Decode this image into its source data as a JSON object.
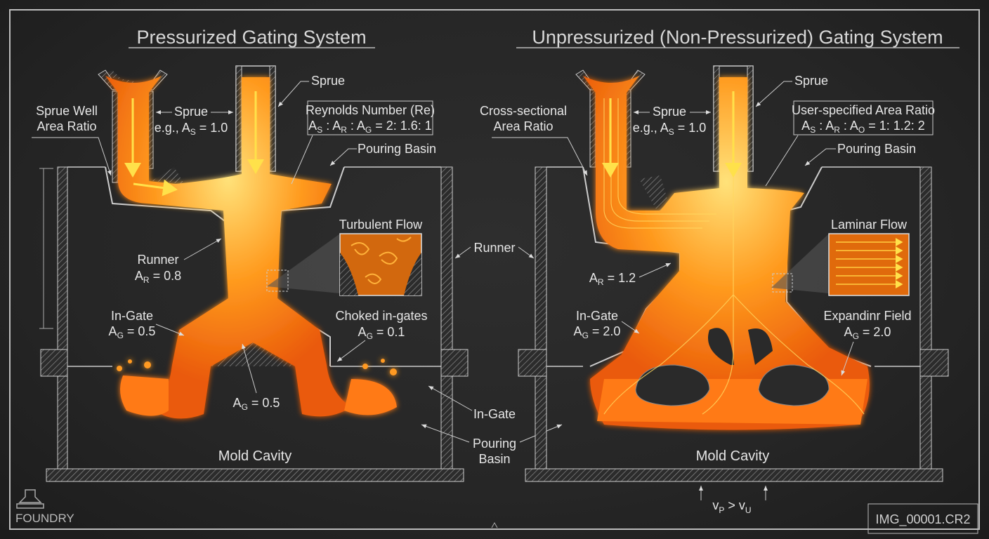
{
  "left": {
    "title": "Pressurized Gating System",
    "sprue_well": [
      "Sprue Well",
      "Area Ratio"
    ],
    "sprue_dim": {
      "label": "Sprue",
      "pre": "e.g., A",
      "sub": "S",
      "post": " = 1.0"
    },
    "sprue_top": "Sprue",
    "ratio_box": {
      "title": "Reynolds Number (Re)",
      "a1": "A",
      "s1": "S",
      "a2": " : A",
      "s2": "R",
      "a3": " : A",
      "s3": "G",
      "post": " = 2: 1.6: 1"
    },
    "pouring_basin": "Pouring Basin",
    "flow_inset": "Turbulent Flow",
    "runner": {
      "label": "Runner",
      "pre": "A",
      "sub": "R",
      "post": " = 0.8"
    },
    "in_gate": {
      "label": "In-Gate",
      "pre": "A",
      "sub": "G",
      "post": " = 0.5"
    },
    "choked": {
      "label": "Choked in-gates",
      "pre": "A",
      "sub": "G",
      "post": " = 0.1"
    },
    "center_gate": {
      "pre": "A",
      "sub": "G",
      "post": " = 0.5"
    },
    "mold_cavity": "Mold Cavity"
  },
  "middle": {
    "runner": "Runner",
    "in_gate": "In-Gate",
    "pouring_basin": [
      "Pouring",
      "Basin"
    ]
  },
  "right": {
    "title": "Unpressurized (Non-Pressurized) Gating System",
    "cross_section": [
      "Cross-sectional",
      "Area Ratio"
    ],
    "sprue_dim": {
      "label": "Sprue",
      "pre": "e.g., A",
      "sub": "S",
      "post": " = 1.0"
    },
    "sprue_top": "Sprue",
    "ratio_box": {
      "title": "User-specified Area Ratio",
      "a1": "A",
      "s1": "S",
      "a2": " : A",
      "s2": "R",
      "a3": " : A",
      "s3": "O",
      "post": " = 1: 1.2: 2"
    },
    "pouring_basin": "Pouring Basin",
    "flow_inset": "Laminar Flow",
    "runner": {
      "pre": "A",
      "sub": "R",
      "post": " = 1.2"
    },
    "in_gate": {
      "label": "In-Gate",
      "pre": "A",
      "sub": "G",
      "post": " = 2.0"
    },
    "expanding": {
      "label": "Expandinr Field",
      "pre": "A",
      "sub": "G",
      "post": " = 2.0"
    },
    "mold_cavity": "Mold Cavity",
    "velocity": {
      "v1": "v",
      "s1": "P",
      "mid": " > v",
      "s2": "U"
    }
  },
  "footer": {
    "logo": "FOUNDRY",
    "filename": "IMG_00001.CR2"
  },
  "colors": {
    "metal_light": "#ffd23a",
    "metal": "#ff8a1a",
    "metal_dark": "#e04e08",
    "line": "#d0d0d0",
    "background": "#262626"
  }
}
